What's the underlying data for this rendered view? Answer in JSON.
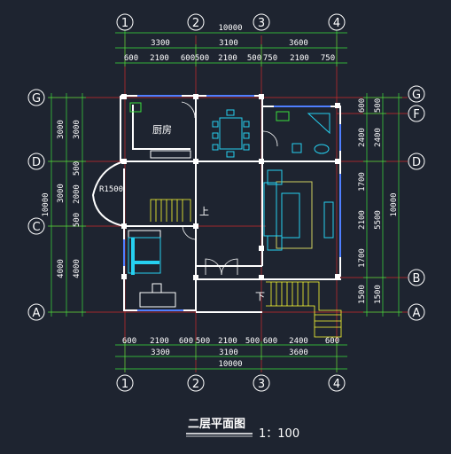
{
  "axes_top": [
    "1",
    "2",
    "3",
    "4"
  ],
  "axes_bottom": [
    "1",
    "2",
    "3",
    "4"
  ],
  "axes_left": [
    "G",
    "D",
    "C",
    "A"
  ],
  "axes_right": [
    "G",
    "F",
    "D",
    "B",
    "A"
  ],
  "dims_top_total": "10000",
  "dims_top_mid": [
    "3300",
    "3100",
    "3600"
  ],
  "dims_top_fine": [
    "600",
    "2100",
    "600",
    "500",
    "2100",
    "500",
    "750",
    "2100",
    "750"
  ],
  "dims_bottom_fine": [
    "600",
    "2100",
    "600",
    "500",
    "2100",
    "500",
    "600",
    "2400",
    "600"
  ],
  "dims_bottom_mid": [
    "3300",
    "3100",
    "3600"
  ],
  "dims_bottom_total": "10000",
  "dims_left_outer": [
    "3000",
    "3000",
    "4000"
  ],
  "dims_left_inner": [
    "3000",
    "500",
    "2000",
    "500",
    "4000"
  ],
  "dims_left_total": "10000",
  "dims_right_fine": [
    "600",
    "2400",
    "1700",
    "2100",
    "1700",
    "1500"
  ],
  "dims_right_mid": [
    "500",
    "2400",
    "5500",
    "1500"
  ],
  "dims_right_total": "10000",
  "labels": {
    "kitchen": "厨房",
    "radius": "R1500",
    "up": "上",
    "down": "下"
  },
  "title": "二层平面图",
  "scale": "1：100",
  "colors": {
    "background": "#1e2430",
    "axis": "#ff3b3b",
    "dim": "#4cff4c",
    "wall": "#ffffff",
    "window": "#4f7fff",
    "furniture": "#26d0f0",
    "stair": "#ffff33"
  }
}
